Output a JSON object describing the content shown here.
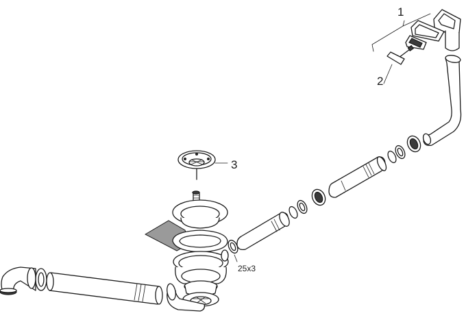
{
  "callouts": {
    "c1": "1",
    "c2": "2",
    "c3": "3",
    "seal_size": "25x3"
  },
  "colors": {
    "line": "#1a1a1a",
    "seal_sheet": "#9a9a9a",
    "background": "#ffffff"
  }
}
